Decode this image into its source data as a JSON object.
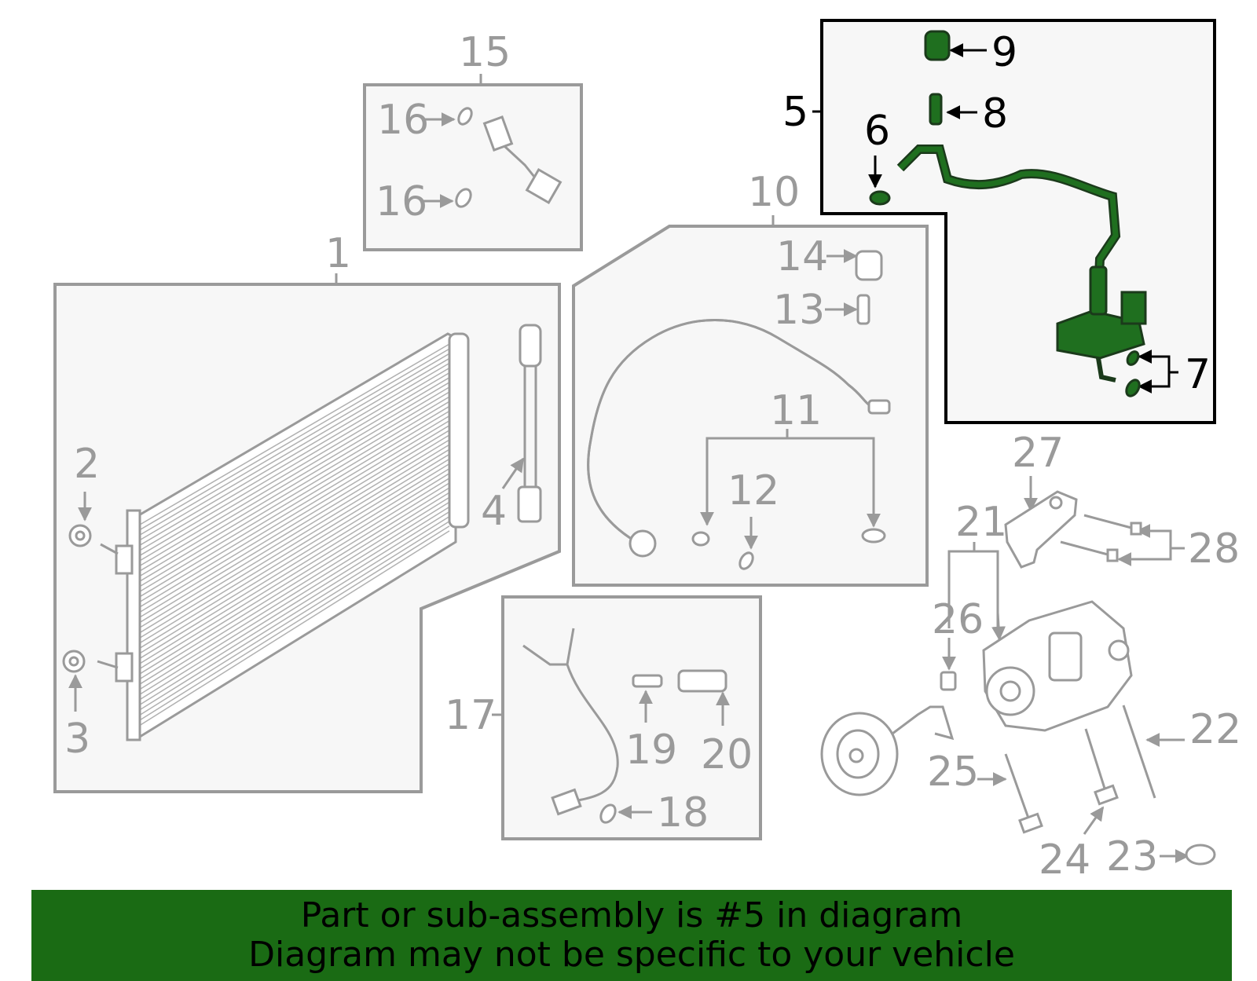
{
  "colors": {
    "highlight": "#1f6f1f",
    "banner": "#1a6b14",
    "gray": "#9a9a9a"
  },
  "callouts": {
    "c1": "1",
    "c2": "2",
    "c3": "3",
    "c4": "4",
    "c5": "5",
    "c6": "6",
    "c7": "7",
    "c8": "8",
    "c9": "9",
    "c10": "10",
    "c11": "11",
    "c12": "12",
    "c13": "13",
    "c14": "14",
    "c15": "15",
    "c16a": "16",
    "c16b": "16",
    "c17": "17",
    "c18": "18",
    "c19": "19",
    "c20": "20",
    "c21": "21",
    "c22": "22",
    "c23": "23",
    "c24": "24",
    "c25": "25",
    "c26": "26",
    "c27": "27",
    "c28": "28"
  },
  "banner": {
    "line1": "Part or sub-assembly is #5 in diagram",
    "line2": "Diagram may not be specific to your vehicle"
  }
}
